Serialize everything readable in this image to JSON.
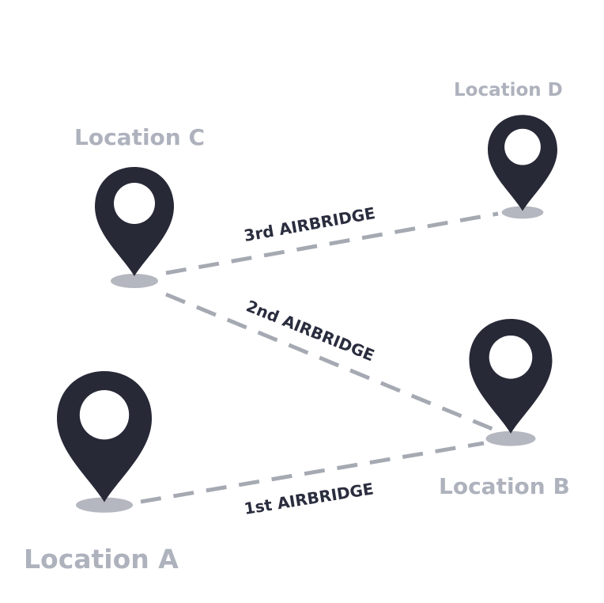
{
  "locations": {
    "a": {
      "label": "Location A"
    },
    "b": {
      "label": "Location B"
    },
    "c": {
      "label": "Location C"
    },
    "d": {
      "label": "Location D"
    }
  },
  "routes": {
    "first": {
      "label": "1st AIRBRIDGE"
    },
    "second": {
      "label": "2nd AIRBRIDGE"
    },
    "third": {
      "label": "3rd AIRBRIDGE"
    }
  },
  "colors": {
    "pin": "#272937",
    "shadow": "#b4b7bf",
    "dash": "#a5a9b2",
    "location_label": "#aeb2bd",
    "route_label": "#2a2d3e"
  },
  "icons": [
    "map-pin-icon"
  ]
}
